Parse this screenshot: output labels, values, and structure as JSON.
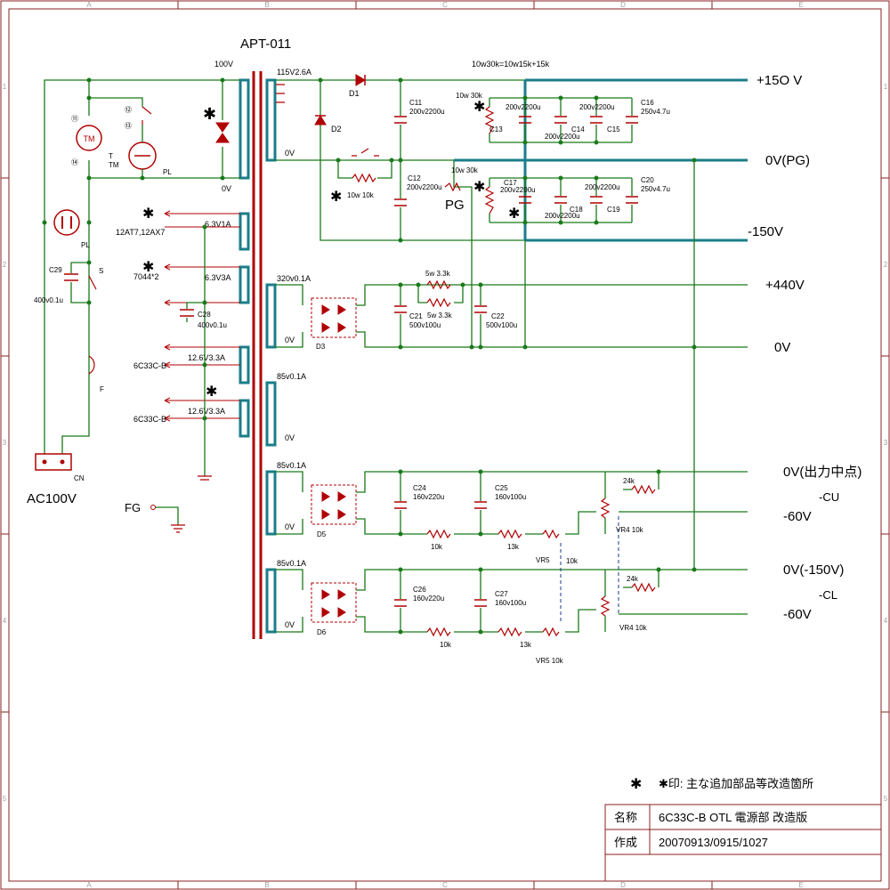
{
  "frame": {
    "columns": [
      "A",
      "B",
      "C",
      "D",
      "E"
    ],
    "rows": [
      "1",
      "2",
      "3",
      "4",
      "5"
    ]
  },
  "transformer": {
    "name": "APT-011",
    "primary_top": "100V",
    "primary_bottom": "0V",
    "secondaries": [
      {
        "rating": "115V2.6A",
        "zero": "0V"
      },
      {
        "rating": "6.3V1A"
      },
      {
        "rating": "6.3V3A"
      },
      {
        "rating": "320v0.1A",
        "zero": "0V"
      },
      {
        "rating": "12.6V3.3A"
      },
      {
        "rating": "85v0.1A",
        "zero": "0V"
      },
      {
        "rating": "12.6V3.3A"
      },
      {
        "rating": "85v0.1A",
        "zero": "0V"
      },
      {
        "rating": "85v0.1A",
        "zero": "0V"
      }
    ]
  },
  "primary": {
    "tm": "TM",
    "t": "T",
    "tm_label": "TM",
    "pl": "PL",
    "pl2": "PL",
    "c29": "C29",
    "c29_val": "400v0.1u",
    "s": "S",
    "f": "F",
    "cn": "CN",
    "ac": "AC100V",
    "fg": "FG",
    "pin_labels": [
      "⑪",
      "⑫",
      "⑬",
      "⑭"
    ]
  },
  "heater": {
    "tubes1": "12AT7,12AX7",
    "tubes2": "7044*2",
    "c28": "C28",
    "c28_val": "400v0.1u",
    "out1": "6C33C-B",
    "out2": "6C33C-B"
  },
  "hv": {
    "formula": "10w30k=10w15k+15k",
    "d1": "D1",
    "d2": "D2",
    "c11": "C11",
    "c11_val": "200v2200u",
    "c12": "C12",
    "c12_val": "200v2200u",
    "r_mid": "10w  10k",
    "r_pg": "10w 30k",
    "pg": "PG",
    "r_top": "10w 30k",
    "c13": "C13",
    "c13_val": "200v2200u",
    "c14": "C14",
    "c14_val": "200v2200u",
    "c15": "C15",
    "c15_val": "200v2200u",
    "c16": "C16",
    "c16_val": "250v4.7u",
    "c17": "C17",
    "c17_val": "200v2200u",
    "c18": "C18",
    "c18_val": "200v2200u",
    "c19": "C19",
    "c19_val": "200v2200u",
    "c20": "C20",
    "c20_val": "250v4.7u",
    "out_p150": "+15O V",
    "out_pg": "0V(PG)",
    "out_m150": "-150V"
  },
  "b440": {
    "d3": "D3",
    "r1": "5w 3.3k",
    "r2": "5w 3.3k",
    "c21": "C21",
    "c21_val": "500v100u",
    "c22": "C22",
    "c22_val": "500v100u",
    "out_p440": "+440V",
    "out_0v": "0V"
  },
  "bias_u": {
    "d5": "D5",
    "c24": "C24",
    "c24_val": "160v220u",
    "c25": "C25",
    "c25_val": "160v100u",
    "r10k": "10k",
    "r13k": "13k",
    "r24k": "24k",
    "vr4": "VR4 10k",
    "vr5": "VR5",
    "vr5_val": "10k",
    "out_0v": "0V(出力中点)",
    "out_cu": "-CU",
    "out_60": "-60V"
  },
  "bias_l": {
    "d6": "D6",
    "c26": "C26",
    "c26_val": "160v220u",
    "c27": "C27",
    "c27_val": "160v100u",
    "r10k": "10k",
    "r13k": "13k",
    "r24k": "24k",
    "vr4": "VR4 10k",
    "vr5": "VR5  10k",
    "out_0v": "0V(-150V)",
    "out_cl": "-CL",
    "out_60": "-60V"
  },
  "note": {
    "mark": "✱",
    "text": "✱印: 主な追加部品等改造箇所"
  },
  "titleblock": {
    "name_label": "名称",
    "name_value": "6C33C-B  OTL  電源部  改造版",
    "made_label": "作成",
    "made_value": "20070913/0915/1027"
  }
}
